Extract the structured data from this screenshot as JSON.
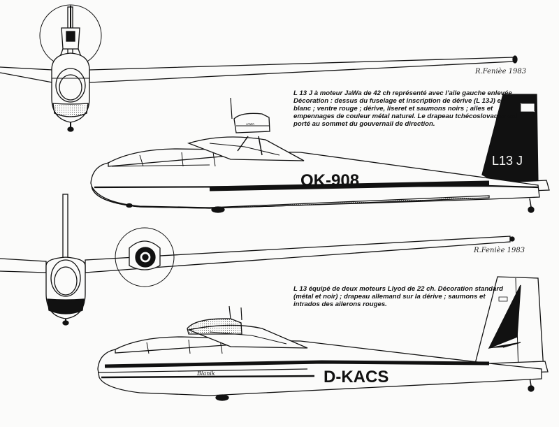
{
  "drawing1": {
    "signature": "R.Fenièe 1983",
    "caption": "L 13 J à moteur JaWa de 42 ch représenté avec l’aile gauche enlevée. Décoration : dessus du fuselage et inscription de dérive (L 13J) en blanc ; ventre rouge ; dérive, liseret et saumons noirs ; ailes et empennages de couleur métal naturel. Le drapeau tchécoslovaque est porté au sommet du gouvernail de direction.",
    "registration": "OK-908",
    "fin_marking": "L13 J",
    "engine_marking": "JAWA"
  },
  "drawing2": {
    "signature": "R.Fenièe 1983",
    "caption": "L 13 équipé de deux moteurs Llyod de 22 ch. Décoration standard (métal et noir) ; drapeau allemand sur la dérive ; saumons et intrados des ailerons rouges.",
    "registration": "D-KACS",
    "name_script": "Blanik"
  },
  "colors": {
    "ink": "#111111",
    "paper": "#fbfbfa"
  }
}
